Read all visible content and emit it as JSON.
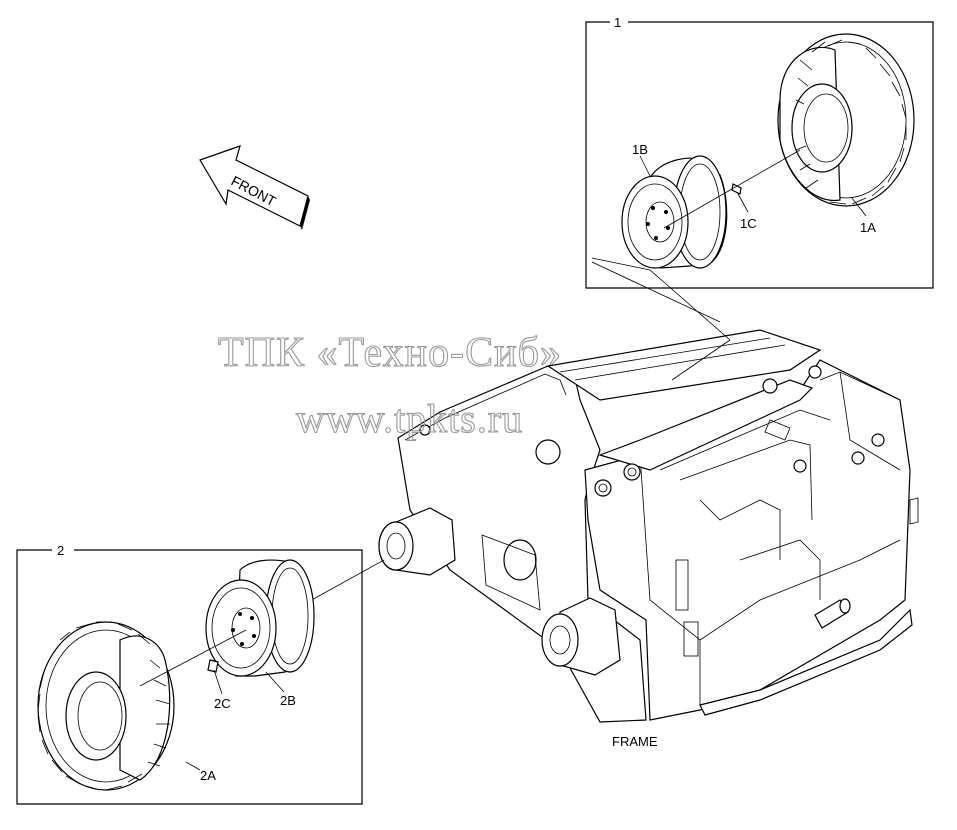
{
  "callouts": {
    "box1_number": "1",
    "box2_number": "2",
    "tire_1a": "1A",
    "rim_1b": "1B",
    "valve_1c": "1C",
    "tire_2a": "2A",
    "rim_2b": "2B",
    "valve_2c": "2C"
  },
  "front_arrow": {
    "label": "FRONT"
  },
  "frame_label": "FRAME",
  "watermark": {
    "line1": "ТПК «Техно-Сиб»",
    "line2": "www.tpkts.ru"
  },
  "colors": {
    "line": "#000000",
    "background": "#ffffff",
    "watermark": "#9a9a9a"
  }
}
